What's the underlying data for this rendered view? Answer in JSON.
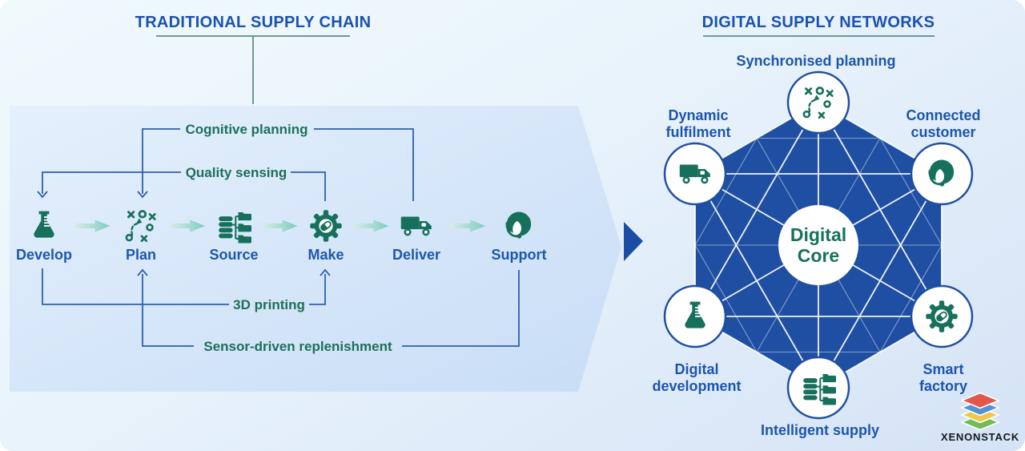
{
  "left_panel": {
    "title": "TRADITIONAL SUPPLY CHAIN",
    "steps": [
      {
        "label": "Develop",
        "icon": "flask-icon"
      },
      {
        "label": "Plan",
        "icon": "strategy-icon"
      },
      {
        "label": "Source",
        "icon": "database-folders-icon"
      },
      {
        "label": "Make",
        "icon": "gear-capsule-icon"
      },
      {
        "label": "Deliver",
        "icon": "truck-icon"
      },
      {
        "label": "Support",
        "icon": "headset-agent-icon"
      }
    ],
    "annotations": [
      "Cognitive planning",
      "Quality sensing",
      "3D printing",
      "Sensor-driven replenishment"
    ]
  },
  "right_panel": {
    "title": "DIGITAL SUPPLY NETWORKS",
    "core": {
      "line1": "Digital",
      "line2": "Core"
    },
    "nodes": [
      {
        "label": "Synchronised planning",
        "icon": "strategy-icon"
      },
      {
        "label": "Connected customer",
        "icon": "headset-agent-icon"
      },
      {
        "label": "Smart factory",
        "icon": "gear-capsule-icon"
      },
      {
        "label": "Intelligent supply",
        "icon": "database-folders-icon"
      },
      {
        "label": "Digital development",
        "icon": "flask-icon"
      },
      {
        "label": "Dynamic fulfilment",
        "icon": "truck-icon"
      }
    ]
  },
  "branding": {
    "logo_text": "XENONSTACK"
  },
  "colors": {
    "network_blue": "#1f4fa2",
    "label_blue": "#1d55ad",
    "title_blue": "#1b52af",
    "icon_green": "#17705c",
    "annotation_green": "#1d6f58",
    "connector_blue": "#2e5fae",
    "title_underline_green": "#447e6d",
    "panel_light_blue": "#d9e8fa",
    "teal_arrow": "#7fccbf",
    "logo_red": "#e2574c",
    "logo_blue": "#5591d2",
    "logo_yellow": "#edc84f",
    "logo_green": "#6fbd57"
  }
}
